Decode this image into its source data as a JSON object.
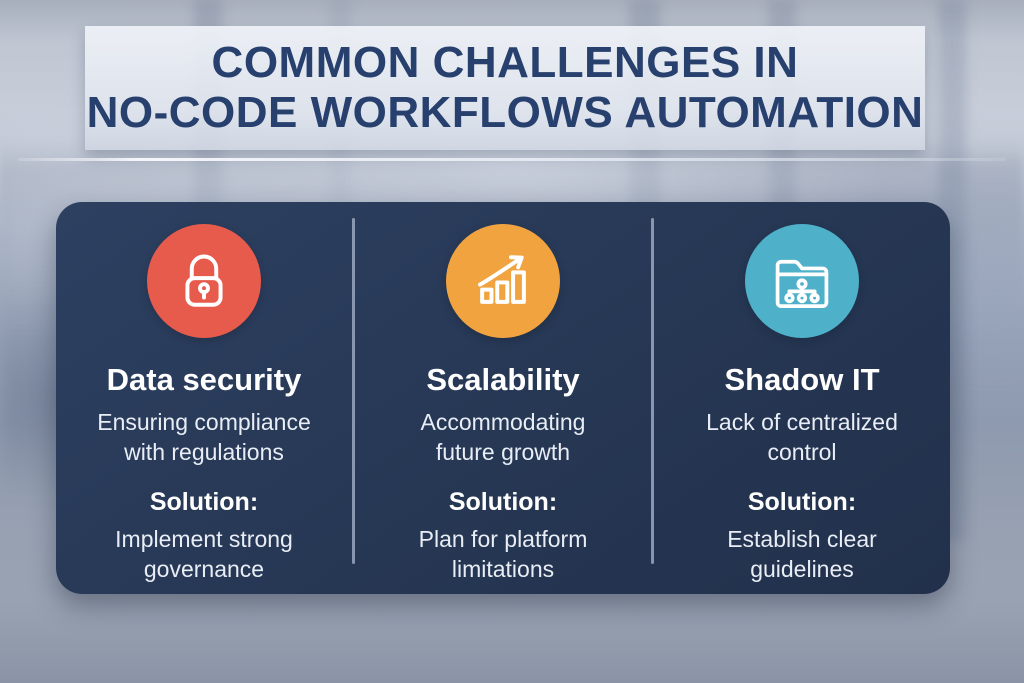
{
  "title": {
    "line1": "COMMON CHALLENGES IN",
    "line2": "NO-CODE WORKFLOWS AUTOMATION"
  },
  "colors": {
    "title_text": "#27406e",
    "card_background": "#263755",
    "divider": "#9aa7bf",
    "body_text": "#e9edf5",
    "icon_red": "#e75b4c",
    "icon_orange": "#f0a33f",
    "icon_teal": "#4fb0c9"
  },
  "columns": [
    {
      "icon": "lock-icon",
      "icon_bg": "#e75b4c",
      "title": "Data security",
      "description": "Ensuring compliance\nwith regulations",
      "solution_label": "Solution:",
      "solution": "Implement strong\ngovernance"
    },
    {
      "icon": "growth-chart-icon",
      "icon_bg": "#f0a33f",
      "title": "Scalability",
      "description": "Accommodating\nfuture growth",
      "solution_label": "Solution:",
      "solution": "Plan for platform\nlimitations"
    },
    {
      "icon": "folder-hierarchy-icon",
      "icon_bg": "#4fb0c9",
      "title": "Shadow IT",
      "description": "Lack of centralized\ncontrol",
      "solution_label": "Solution:",
      "solution": "Establish clear\nguidelines"
    }
  ]
}
